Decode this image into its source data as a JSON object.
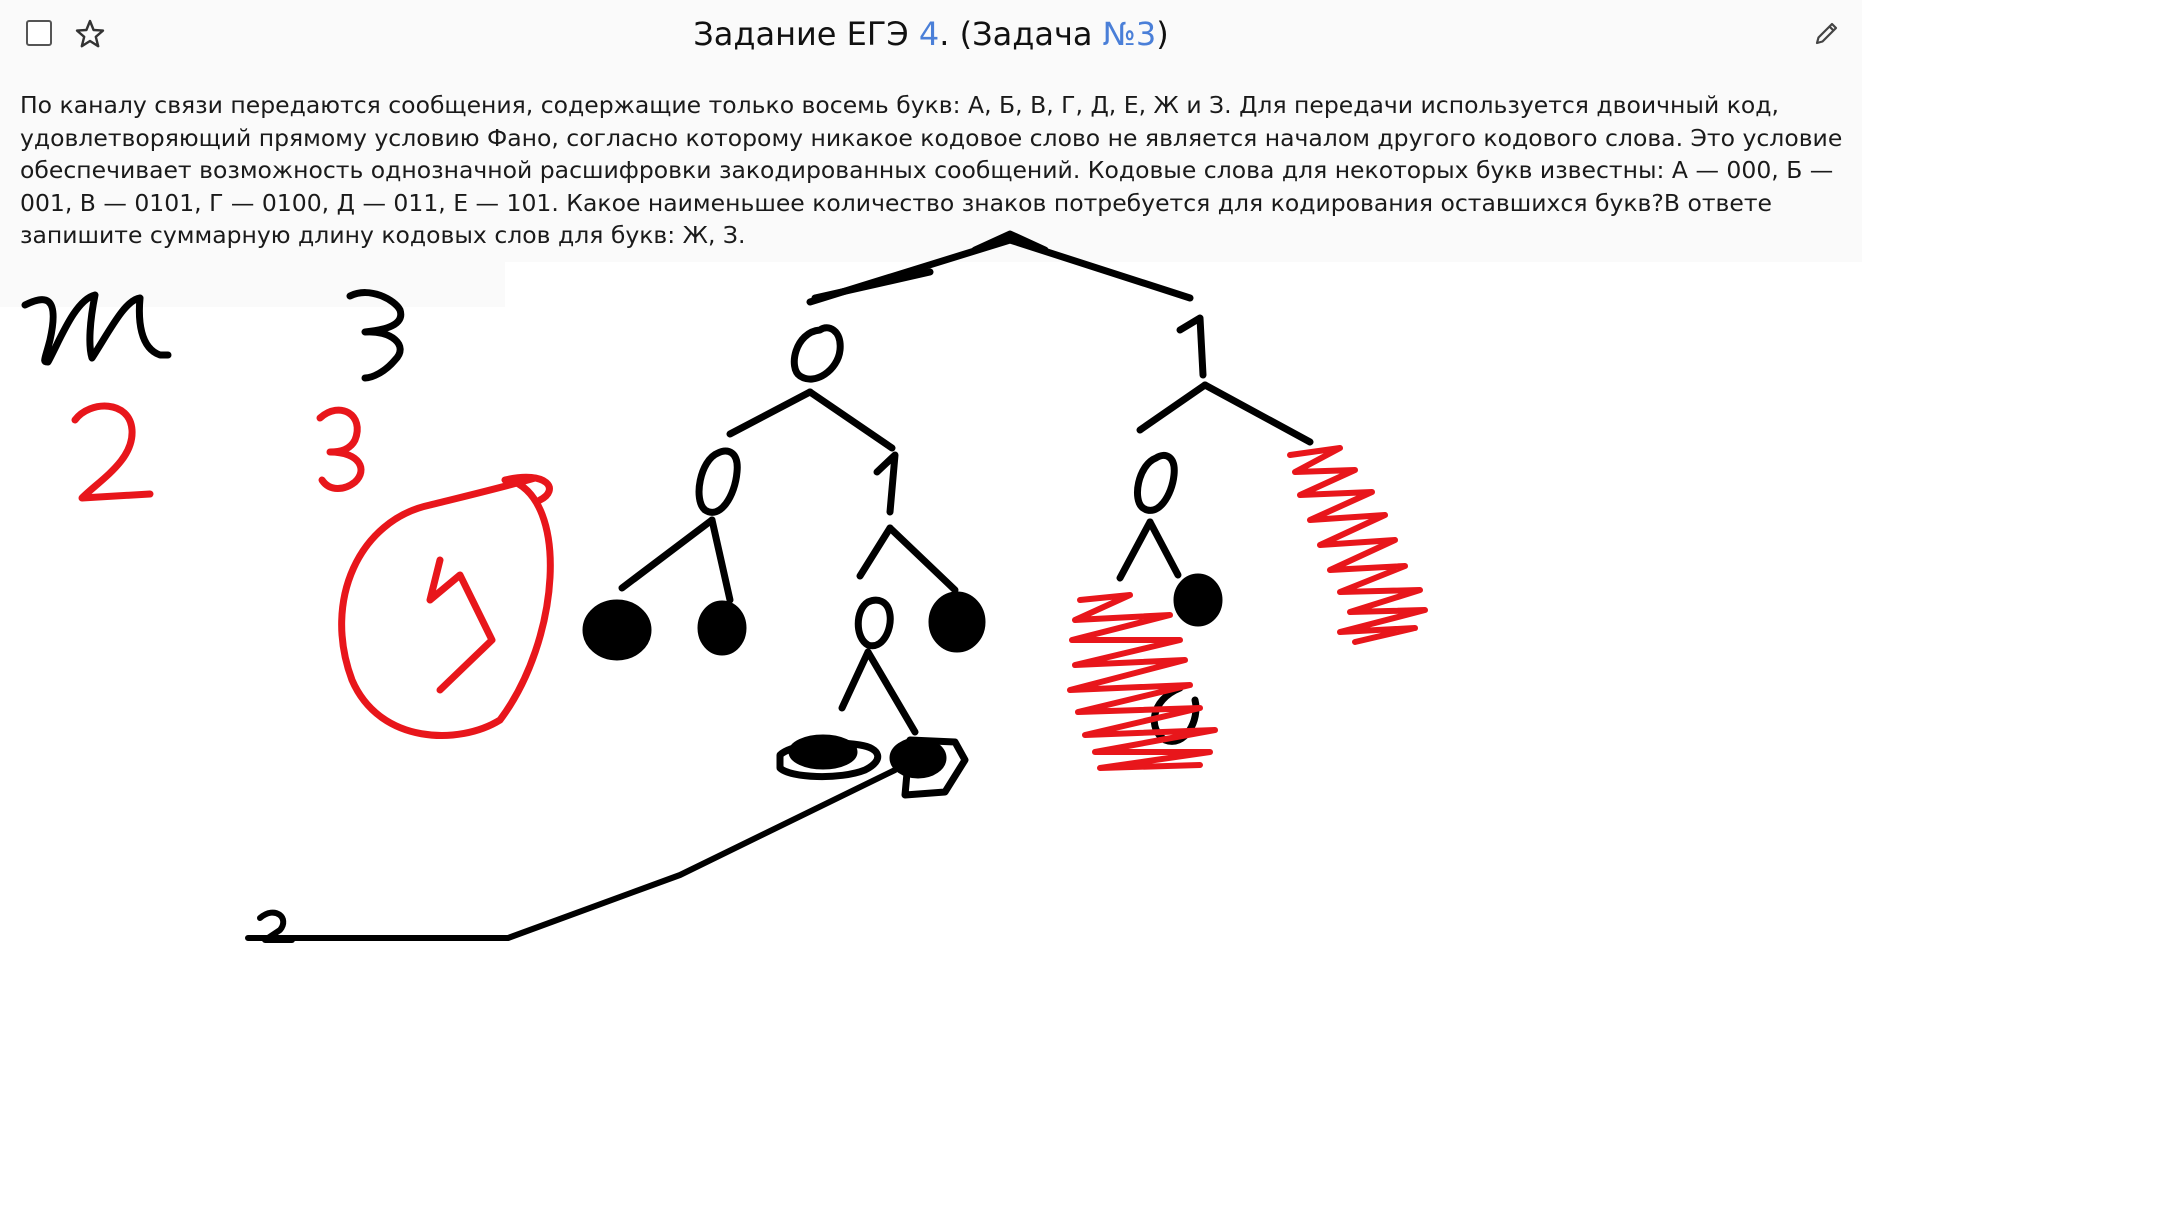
{
  "header": {
    "title_prefix": "Задание ЕГЭ ",
    "task_number": "4",
    "title_middle": ". (Задача ",
    "problem_link": "№3",
    "title_suffix": ")"
  },
  "task": {
    "text": "По каналу связи передаются сообщения, содержащие только восемь букв: А, Б, В, Г, Д, Е, Ж и З. Для передачи используется двоичный код, удовлетворяющий прямому условию Фано, согласно которому никакое кодовое слово не является началом другого кодового слова. Это условие обеспечивает возможность однозначной расшифровки закодированных сообщений. Кодовые слова для некоторых букв известны: А  — 000, Б  — 001, В  — 0101, Г  — 0100, Д  — 011, Е  — 101. Какое наименьшее количество знаков потребуется для кодирования оставшихся букв?В ответе запишите суммарную длину кодовых слов для букв: Ж, З."
  },
  "icons": {
    "checkbox": "checkbox-icon",
    "star": "star-icon",
    "edit": "pencil-icon"
  },
  "colors": {
    "link": "#4a7fd8",
    "ink_black": "#000000",
    "ink_red": "#e8161b",
    "card_background": "#fafafa"
  }
}
